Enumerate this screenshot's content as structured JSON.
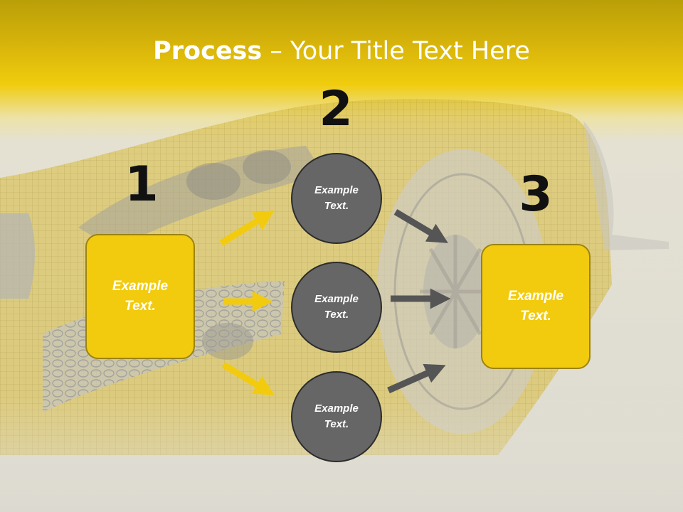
{
  "title": {
    "bold": "Process",
    "rest": " – Your Title Text Here"
  },
  "steps": [
    {
      "number": "1",
      "text": "Example\nText."
    },
    {
      "number": "2",
      "items": [
        "Example\nText.",
        "Example\nText.",
        "Example\nText."
      ]
    },
    {
      "number": "3",
      "text": "Example\nText."
    }
  ],
  "colors": {
    "accent": "#f2cb0f",
    "circle": "#666666",
    "arrow_in": "#f2cb0f",
    "arrow_out": "#555555"
  }
}
